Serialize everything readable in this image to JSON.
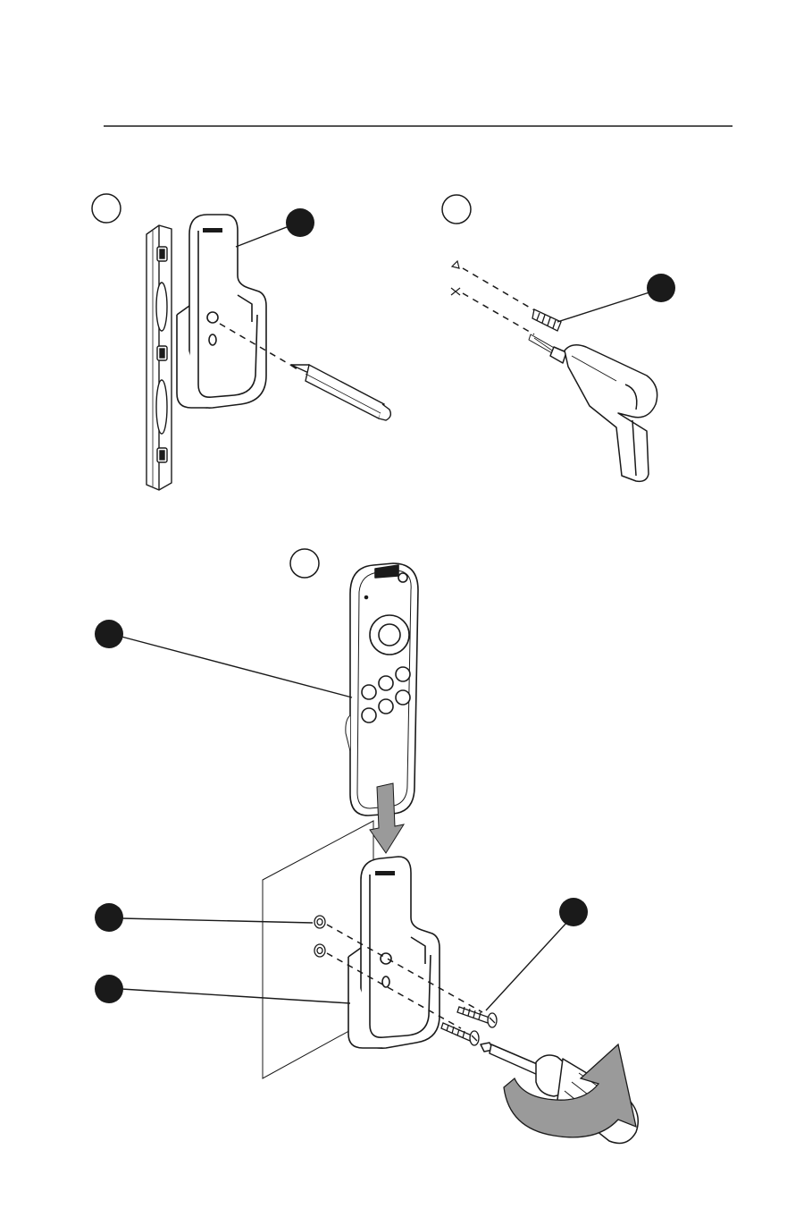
{
  "page": {
    "background": "#ffffff",
    "ink": "#1a1a1a",
    "arrow_gray": "#9a9a9a",
    "rule": "horizontal-rule"
  },
  "steps": [
    {
      "marker": "",
      "illustration": "level-and-pencil-marking"
    },
    {
      "marker": "",
      "illustration": "drill-and-wall-anchor"
    },
    {
      "marker": "",
      "illustration": "remote-into-holder-and-screw-mount"
    }
  ],
  "callouts": {
    "holder": "",
    "anchor": "",
    "remote": "",
    "anchors_in_wall": "",
    "holder_mounted": "",
    "screws": ""
  },
  "holder_brand_mark": "",
  "icons": [
    "level-icon",
    "pencil-icon",
    "drill-icon",
    "screwdriver-icon",
    "rotation-arrow-icon",
    "down-arrow-icon"
  ]
}
